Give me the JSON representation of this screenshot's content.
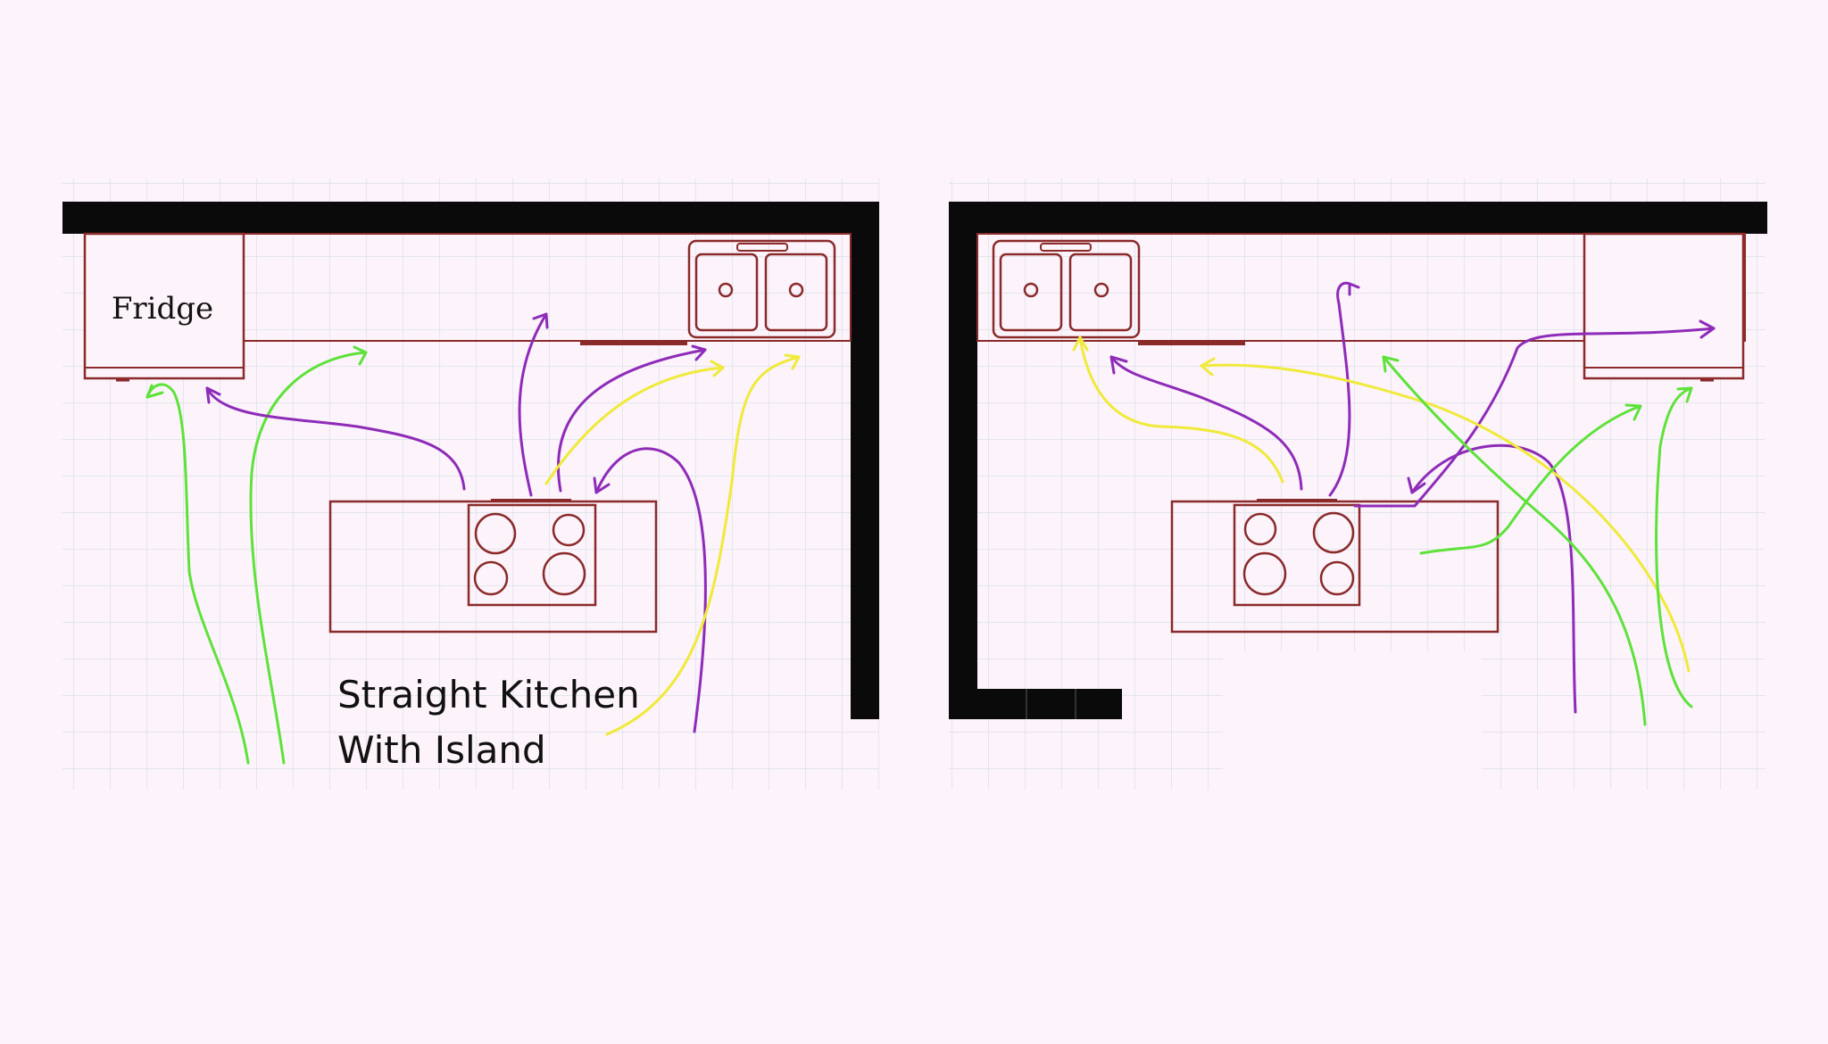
{
  "left_plan": {
    "fridge_label": "Fridge",
    "title_line1": "Straight Kitchen",
    "title_line2": "With Island"
  },
  "colors": {
    "background": "#fcf3fb",
    "grid": "#d4dfe4",
    "wall": "#0a0a0a",
    "fixture": "#8a2a2a",
    "green_path": "#5ee23a",
    "purple_path": "#8e2bb8",
    "yellow_path": "#f0ea3a"
  }
}
